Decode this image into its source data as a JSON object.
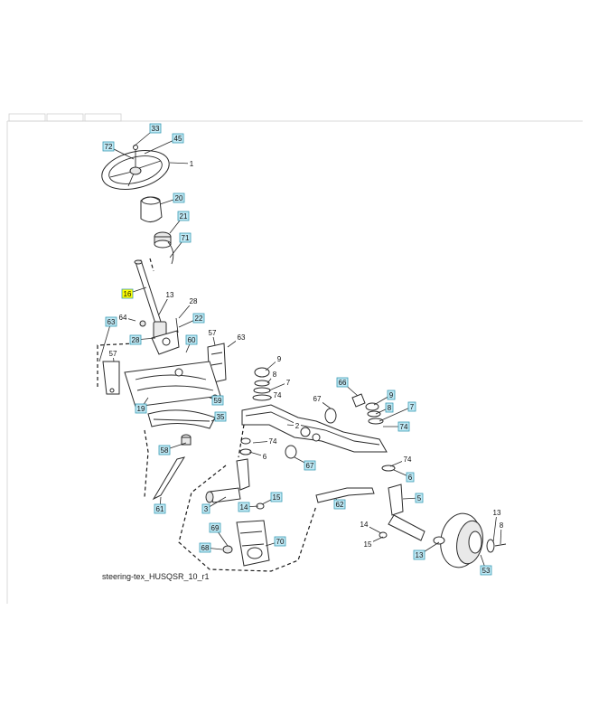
{
  "caption": "steering-tex_HUSQSR_10_r1",
  "colors": {
    "callout_fill": "#bfe8f4",
    "highlight_fill": "#ffff00",
    "line": "#2a2a2a"
  },
  "callouts": [
    {
      "label": "33",
      "style": "boxed"
    },
    {
      "label": "45",
      "style": "boxed"
    },
    {
      "label": "72",
      "style": "boxed"
    },
    {
      "label": "1",
      "style": "plain"
    },
    {
      "label": "20",
      "style": "boxed"
    },
    {
      "label": "21",
      "style": "boxed"
    },
    {
      "label": "71",
      "style": "boxed"
    },
    {
      "label": "16",
      "style": "highlight"
    },
    {
      "label": "13",
      "style": "plain"
    },
    {
      "label": "28",
      "style": "plain"
    },
    {
      "label": "63",
      "style": "boxed"
    },
    {
      "label": "64",
      "style": "plain"
    },
    {
      "label": "22",
      "style": "boxed"
    },
    {
      "label": "28",
      "style": "boxed"
    },
    {
      "label": "60",
      "style": "boxed"
    },
    {
      "label": "57",
      "style": "plain"
    },
    {
      "label": "63",
      "style": "plain"
    },
    {
      "label": "57",
      "style": "plain"
    },
    {
      "label": "9",
      "style": "plain"
    },
    {
      "label": "8",
      "style": "plain"
    },
    {
      "label": "7",
      "style": "plain"
    },
    {
      "label": "74",
      "style": "plain"
    },
    {
      "label": "66",
      "style": "boxed"
    },
    {
      "label": "67",
      "style": "plain"
    },
    {
      "label": "9",
      "style": "boxed"
    },
    {
      "label": "8",
      "style": "boxed"
    },
    {
      "label": "7",
      "style": "boxed"
    },
    {
      "label": "74",
      "style": "boxed"
    },
    {
      "label": "2",
      "style": "plain"
    },
    {
      "label": "59",
      "style": "boxed"
    },
    {
      "label": "19",
      "style": "boxed"
    },
    {
      "label": "35",
      "style": "boxed"
    },
    {
      "label": "58",
      "style": "boxed"
    },
    {
      "label": "74",
      "style": "plain"
    },
    {
      "label": "6",
      "style": "plain"
    },
    {
      "label": "67",
      "style": "boxed"
    },
    {
      "label": "74",
      "style": "plain"
    },
    {
      "label": "6",
      "style": "boxed"
    },
    {
      "label": "5",
      "style": "boxed"
    },
    {
      "label": "3",
      "style": "boxed"
    },
    {
      "label": "14",
      "style": "boxed"
    },
    {
      "label": "15",
      "style": "boxed"
    },
    {
      "label": "62",
      "style": "boxed"
    },
    {
      "label": "61",
      "style": "boxed"
    },
    {
      "label": "69",
      "style": "boxed"
    },
    {
      "label": "70",
      "style": "boxed"
    },
    {
      "label": "68",
      "style": "boxed"
    },
    {
      "label": "14",
      "style": "plain"
    },
    {
      "label": "15",
      "style": "plain"
    },
    {
      "label": "13",
      "style": "boxed"
    },
    {
      "label": "13",
      "style": "plain"
    },
    {
      "label": "8",
      "style": "plain"
    },
    {
      "label": "53",
      "style": "boxed"
    }
  ]
}
